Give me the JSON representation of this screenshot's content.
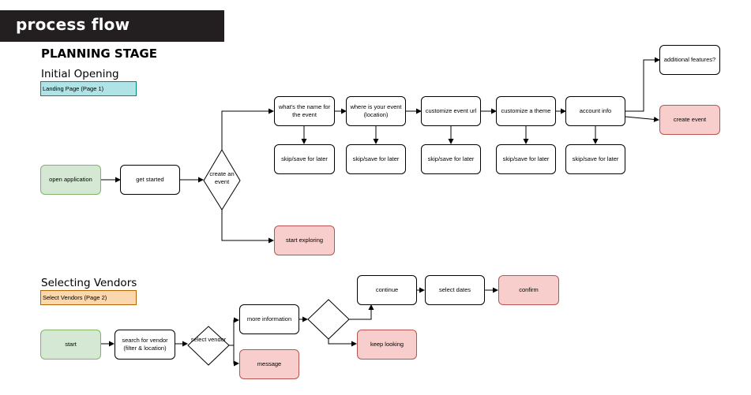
{
  "header": {
    "banner": "process flow",
    "stage": "PLANNING STAGE"
  },
  "section1": {
    "title": "Initial Opening",
    "tag": "Landing Page (Page 1)",
    "nodes": {
      "open_application": "open application",
      "get_started": "get started",
      "create_event_decision": "create an event",
      "event_name": "what's the name for the event",
      "location": "where is your event (location)",
      "customize_url": "customize event url",
      "customize_theme": "customize a theme",
      "account_info": "account info",
      "additional_features": "additional features?",
      "create_event": "create event",
      "skip1": "skip/save for later",
      "skip2": "skip/save for later",
      "skip3": "skip/save for later",
      "skip4": "skip/save for later",
      "skip5": "skip/save for later",
      "start_exploring": "start exploring"
    }
  },
  "section2": {
    "title": "Selecting Vendors",
    "tag": "Select Vendors (Page 2)",
    "nodes": {
      "start": "start",
      "search_vendor": "search for vendor (filter & location)",
      "select_vendor_decision": "select vendor",
      "more_information": "more information",
      "message": "message",
      "continue": "continue",
      "select_dates": "select dates",
      "confirm": "confirm",
      "keep_looking": "keep looking"
    }
  },
  "colors": {
    "start_fill": "#d5e8d4",
    "end_fill": "#f8cecc",
    "tag_blue": "#b0e3e6",
    "tag_orange": "#fad7ac"
  }
}
